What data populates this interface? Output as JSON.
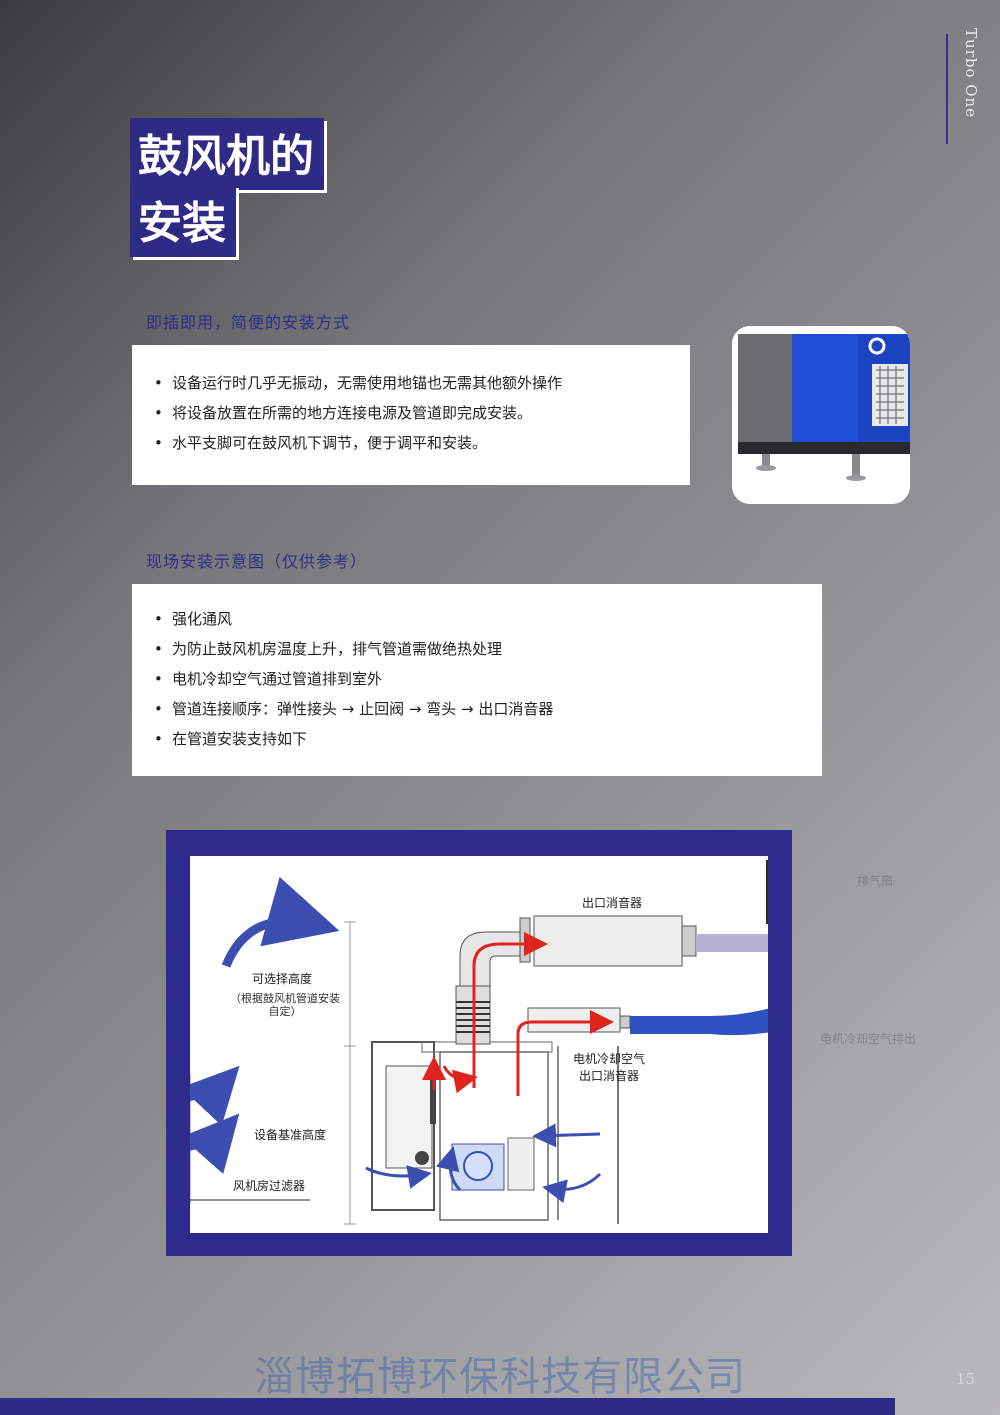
{
  "side_brand": "Turbo One",
  "title": {
    "line1": "鼓风机的",
    "line2": "安装"
  },
  "section1": {
    "heading": "即插即用，简便的安装方式",
    "bullets": [
      "设备运行时几乎无振动，无需使用地锚也无需其他额外操作",
      "将设备放置在所需的地方连接电源及管道即完成安装。",
      "水平支脚可在鼓风机下调节，便于调平和安装。"
    ]
  },
  "section2": {
    "heading": "现场安装示意图（仅供参考）",
    "bullets": [
      "强化通风",
      "为防止鼓风机房温度上升，排气管道需做绝热处理",
      "电机冷却空气通过管道排到室外",
      "管道连接顺序：弹性接头 → 止回阀 → 弯头 → 出口消音器",
      "在管道安装支持如下"
    ]
  },
  "diagram": {
    "outlet_silencer": "出口消音器",
    "exhaust_fan": "排气扇",
    "optional_height": "可选择高度",
    "optional_height_note": "（根据鼓风机管道安装自定）",
    "motor_cooling_silencer_1": "电机冷却空气",
    "motor_cooling_silencer_2": "出口消音器",
    "motor_cooling_exhaust": "电机冷却空气排出",
    "base_height": "设备基准高度",
    "room_filter": "风机房过滤器"
  },
  "colors": {
    "navy": "#2e2a86",
    "blue_arrow": "#3c4fb0",
    "red_arrow": "#e0231c",
    "machine_blue": "#1f4fd6"
  },
  "company": "淄博拓博环保科技有限公司",
  "page_number": "15"
}
